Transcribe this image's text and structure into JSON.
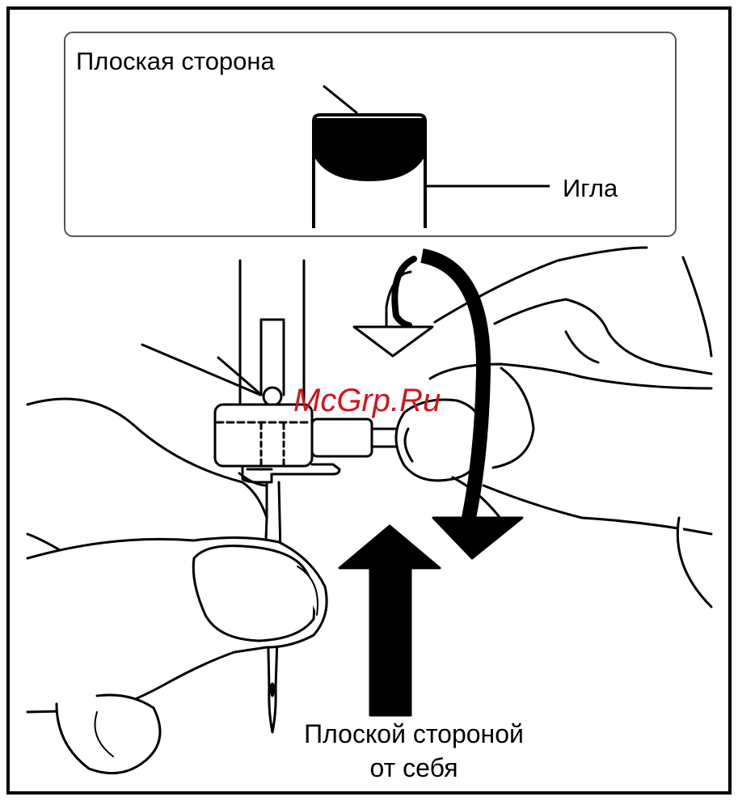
{
  "inset": {
    "flat_side_label": "Плоская сторона",
    "needle_label": "Игла"
  },
  "main": {
    "instruction_line1": "Плоской стороной",
    "instruction_line2": "от себя"
  },
  "watermark": {
    "text": "McGrp.Ru",
    "color": "#d4141c"
  },
  "colors": {
    "ink": "#000000",
    "paper": "#ffffff",
    "inset_border": "#555555"
  },
  "icons": {
    "rotation_arrow": "curved-arrow-clockwise",
    "hollow_arrow": "arrow-down-outline",
    "solid_arrow": "arrow-up-solid"
  }
}
